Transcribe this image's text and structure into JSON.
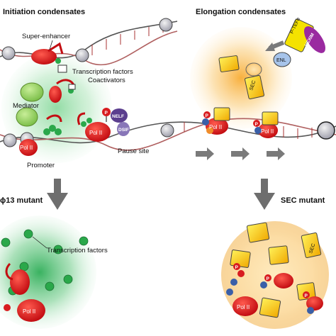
{
  "headers": {
    "initiation": "Initiation condensates",
    "elongation": "Elongation condensates"
  },
  "labels": {
    "super_enhancer": "Super-enhancer",
    "transcription_factors": "Transcription factors",
    "coactivators": "Coactivators",
    "mediator": "Mediator",
    "promoter": "Promoter",
    "pause_site": "Pause site",
    "pol_ii": "Pol II",
    "p": "P",
    "nelf": "NELF",
    "dsif": "DSIF",
    "p_tefb": "P-TEFb",
    "hexim": "HEXIM",
    "enl": "ENL",
    "sec": "SEC"
  },
  "bottom": {
    "left_mutant": "ɸ13 mutant",
    "right_mutant": "SEC mutant",
    "tf_label": "Transcription factors"
  },
  "colors": {
    "green_halo": "#5cc878",
    "orange_halo": "#f6b84a",
    "pol_ii_red": "#d81c20",
    "mediator_green": "#9ed46a",
    "tf_green": "#2aa84a",
    "sec_yellow": "#f4e200",
    "nelf_purple": "#5b3e8e",
    "arrow_grey": "#7a7a7a"
  }
}
